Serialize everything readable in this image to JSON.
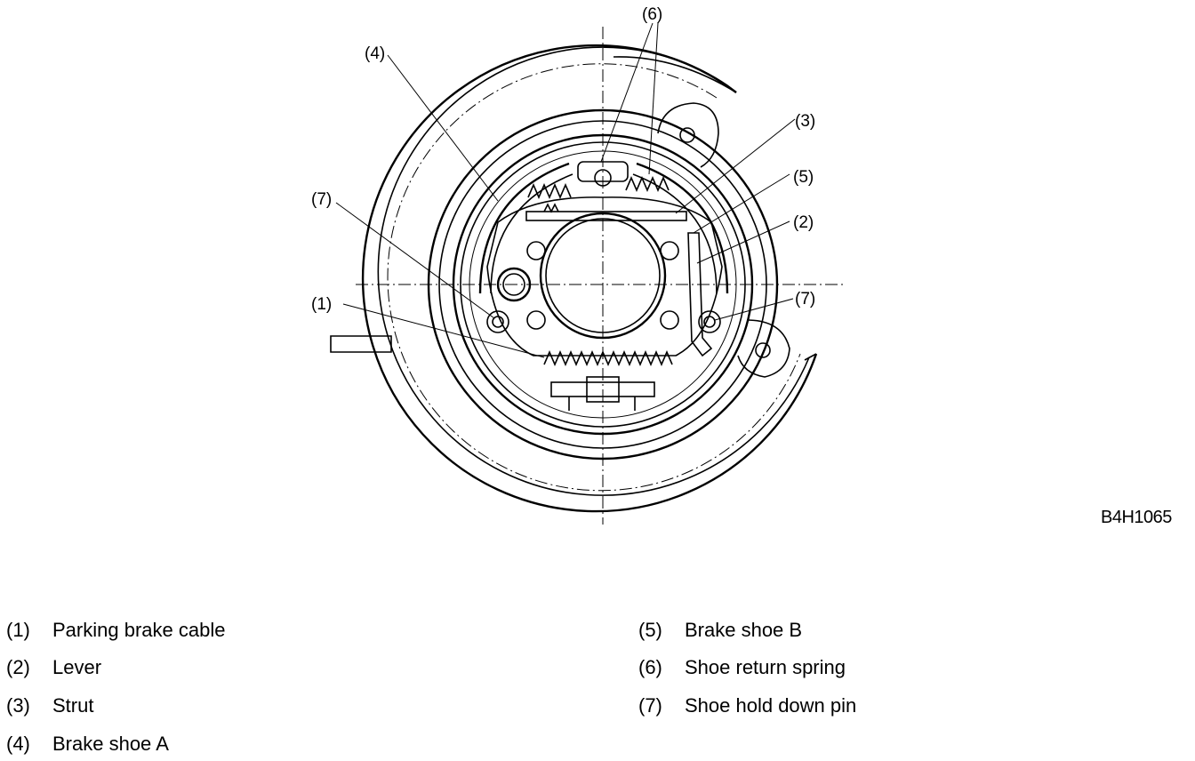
{
  "callouts": {
    "c1": "(1)",
    "c2": "(2)",
    "c3": "(3)",
    "c4": "(4)",
    "c5": "(5)",
    "c6": "(6)",
    "c7_left": "(7)",
    "c7_right": "(7)"
  },
  "figure_code": "B4H1065",
  "legend": [
    {
      "num": "(1)",
      "label": "Parking brake cable"
    },
    {
      "num": "(2)",
      "label": "Lever"
    },
    {
      "num": "(3)",
      "label": "Strut"
    },
    {
      "num": "(4)",
      "label": "Brake shoe A"
    },
    {
      "num": "(5)",
      "label": "Brake shoe B"
    },
    {
      "num": "(6)",
      "label": "Shoe return spring"
    },
    {
      "num": "(7)",
      "label": "Shoe hold down pin"
    }
  ]
}
